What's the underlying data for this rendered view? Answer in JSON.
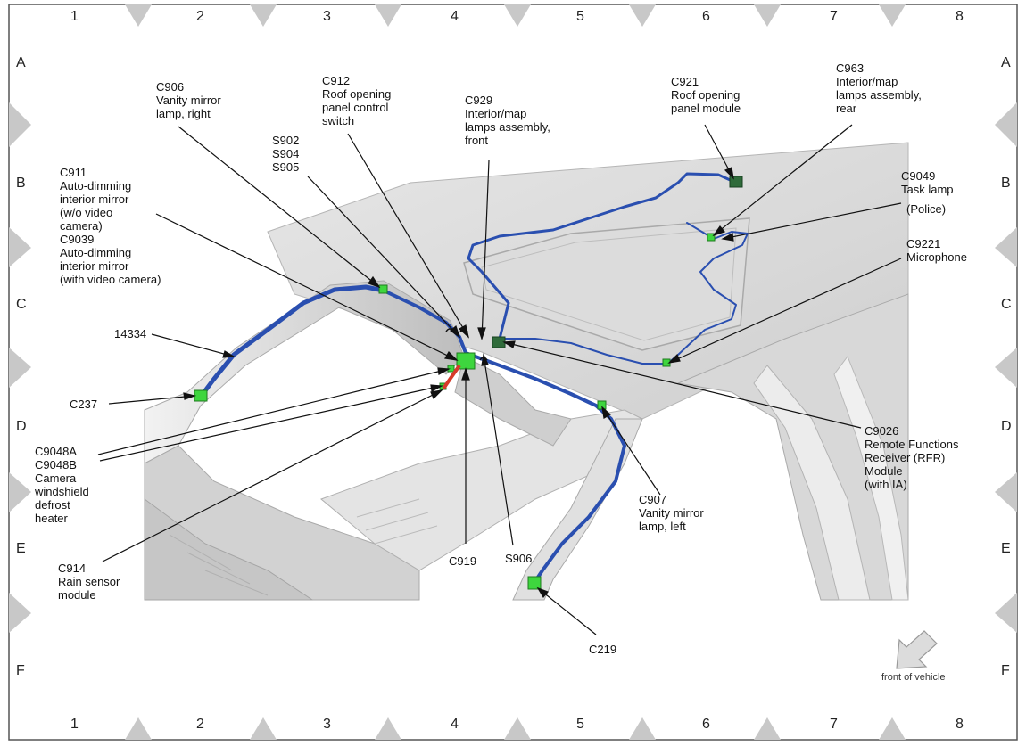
{
  "grid": {
    "columns": [
      "1",
      "2",
      "3",
      "4",
      "5",
      "6",
      "7",
      "8"
    ],
    "rows": [
      "A",
      "B",
      "C",
      "D",
      "E",
      "F"
    ]
  },
  "labels": {
    "c906": "C906\nVanity mirror\nlamp, right",
    "c912": "C912\nRoof opening\npanel control\nswitch",
    "c929": "C929\nInterior/map\nlamps assembly,\nfront",
    "c921": "C921\nRoof opening\npanel module",
    "c963": "C963\nInterior/map\nlamps assembly,\nrear",
    "s902": "S902\nS904\nS905",
    "c911": "C911\nAuto-dimming\ninterior mirror\n(w/o video\ncamera)\nC9039\nAuto-dimming\ninterior mirror\n(with video camera)",
    "c9049": "C9049\nTask lamp",
    "police": "(Police)",
    "c9221": "C9221\nMicrophone",
    "n14334": "14334",
    "c237": "C237",
    "c9048": "C9048A\nC9048B\nCamera\nwindshield\ndefrost\nheater",
    "c9026": "C9026\nRemote Functions\nReceiver (RFR)\nModule\n(with IA)",
    "c907": "C907\nVanity mirror\nlamp, left",
    "c914": "C914\nRain sensor\nmodule",
    "c919": "C919",
    "s906": "S906",
    "c219": "C219",
    "front": "front of vehicle"
  },
  "colors": {
    "harness": "#2a4fb0",
    "connector": "#3ed63e",
    "connector_dark": "#2f6b3a",
    "body_panel": "#d9d9d9",
    "red_lead": "#d63a2a"
  }
}
